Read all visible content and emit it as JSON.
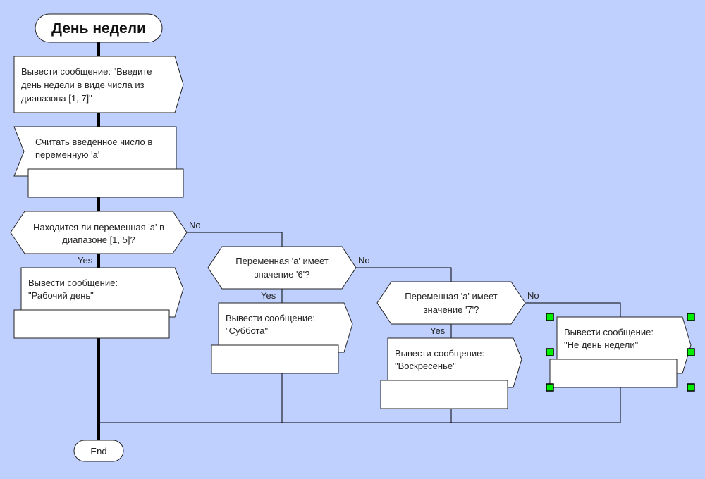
{
  "title": "День недели",
  "blocks": {
    "prompt": [
      "Вывести сообщение: \"Введите",
      "день недели в виде числа из",
      "диапазона [1, 7]\""
    ],
    "read": [
      "Считать введённое число в",
      "переменную 'a'"
    ],
    "cond1": [
      "Находится ли переменная 'a' в",
      "диапазоне [1, 5]?"
    ],
    "out1": [
      "Вывести сообщение:",
      "\"Рабочий день\""
    ],
    "cond2": [
      "Переменная 'a' имеет",
      "значение '6'?"
    ],
    "out2": [
      "Вывести сообщение:",
      "\"Суббота\""
    ],
    "cond3": [
      "Переменная 'a' имеет",
      "значение '7'?"
    ],
    "out3": [
      "Вывести сообщение:",
      "\"Воскресенье\""
    ],
    "out4": [
      "Вывести сообщение:",
      "\"Не день недели\""
    ]
  },
  "labels": {
    "yes": "Yes",
    "no": "No"
  },
  "end": "End",
  "selection_handle_color": "#00ee00",
  "background_color": "#c0d0fe"
}
